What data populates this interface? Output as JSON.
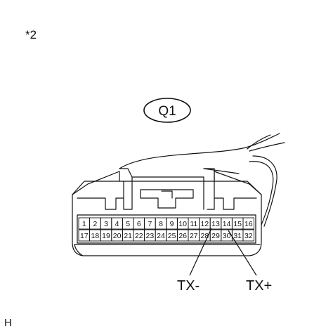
{
  "note_label": "*2",
  "corner_label": "H",
  "connector": {
    "id": "Q1",
    "pins_top": [
      "1",
      "2",
      "3",
      "4",
      "5",
      "6",
      "7",
      "8",
      "9",
      "10",
      "11",
      "12",
      "13",
      "14",
      "15",
      "16"
    ],
    "pins_bottom": [
      "17",
      "18",
      "19",
      "20",
      "21",
      "22",
      "23",
      "24",
      "25",
      "26",
      "27",
      "28",
      "29",
      "30",
      "31",
      "32"
    ]
  },
  "signals": [
    {
      "label": "TX-",
      "pin": "12"
    },
    {
      "label": "TX+",
      "pin": "14"
    }
  ]
}
